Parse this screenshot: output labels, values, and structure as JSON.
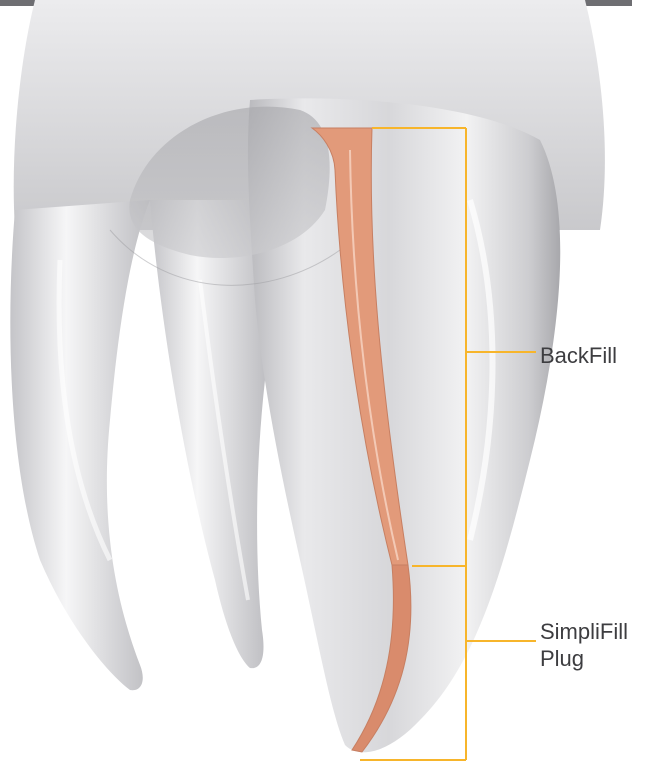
{
  "labels": {
    "backfill": "BackFill",
    "plug_line1": "SimpliFill",
    "plug_line2": "Plug"
  },
  "colors": {
    "bracket": "#f7b52b",
    "filling": "#e29a7a",
    "filling_edge": "#c77f62",
    "tooth_light": "#f4f4f5",
    "tooth_mid": "#cfcfd2",
    "tooth_dark": "#a9a9ad",
    "top_bar": "#6e6e72"
  }
}
